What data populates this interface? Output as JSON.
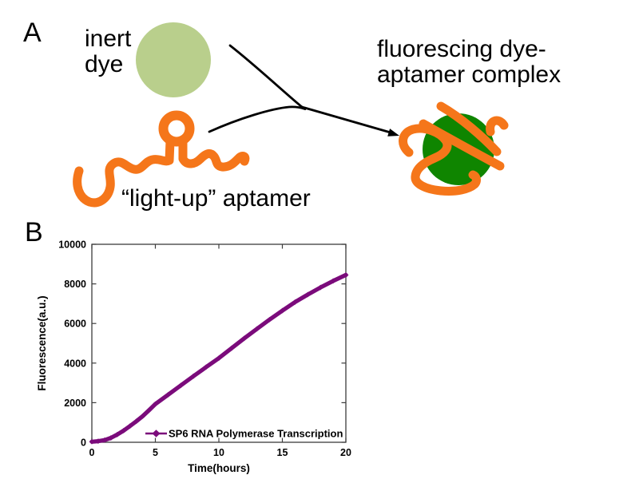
{
  "colors": {
    "inert_dye_green": "#b9cf8c",
    "complex_green": "#0f8500",
    "aptamer_orange": "#f5761a",
    "curve_purple": "#7b0b7b",
    "arrow_black": "#000000",
    "axis_gray": "#3c3c3c"
  },
  "panel_a": {
    "label": "A",
    "inert_dye_line1": "inert",
    "inert_dye_line2": "dye",
    "aptamer_label": "“light-up” aptamer",
    "complex_line1": "fluorescing dye-",
    "complex_line2": "aptamer complex"
  },
  "panel_b": {
    "label": "B"
  },
  "chart_data": {
    "type": "line",
    "title": "",
    "xlabel": "Time(hours)",
    "ylabel": "Fluorescence(a.u.)",
    "xlim": [
      0,
      20
    ],
    "ylim": [
      0,
      10000
    ],
    "xticks": [
      0,
      5,
      10,
      15,
      20
    ],
    "yticks": [
      0,
      2000,
      4000,
      6000,
      8000,
      10000
    ],
    "grid": false,
    "box": true,
    "legend_position": "inside-bottom",
    "series": [
      {
        "name": "SP6 RNA Polymerase Transcription",
        "color": "#7b0b7b",
        "marker": "diamond",
        "x": [
          0,
          0.5,
          1,
          1.5,
          2,
          2.5,
          3,
          3.5,
          4,
          4.5,
          5,
          6,
          7,
          8,
          9,
          10,
          11,
          12,
          13,
          14,
          15,
          16,
          17,
          18,
          19,
          20
        ],
        "y": [
          30,
          55,
          110,
          220,
          390,
          590,
          820,
          1060,
          1320,
          1620,
          1930,
          2400,
          2870,
          3340,
          3800,
          4250,
          4750,
          5250,
          5730,
          6200,
          6650,
          7080,
          7460,
          7820,
          8150,
          8450
        ]
      }
    ]
  }
}
